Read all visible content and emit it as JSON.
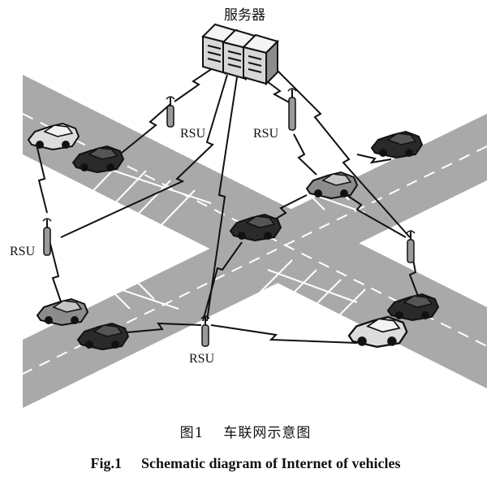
{
  "server_label": "服务器",
  "rsu_labels": {
    "rsu_top_left": "RSU",
    "rsu_top_right": "RSU",
    "rsu_left": "RSU",
    "rsu_bottom": "RSU"
  },
  "caption": {
    "cn_number": "图1",
    "cn_title": "车联网示意图",
    "en_number": "Fig.1",
    "en_title": "Schematic diagram of Internet of vehicles"
  },
  "colors": {
    "road": "#a9a9a9",
    "road_marking": "#ffffff",
    "car_dark": "#2a2a2a",
    "car_gray": "#8c8c8c",
    "car_light": "#dcdcdc",
    "link": "#111111"
  },
  "icons": [
    "server-icon",
    "rsu-antenna-icon",
    "car-icon",
    "wireless-link-icon"
  ]
}
